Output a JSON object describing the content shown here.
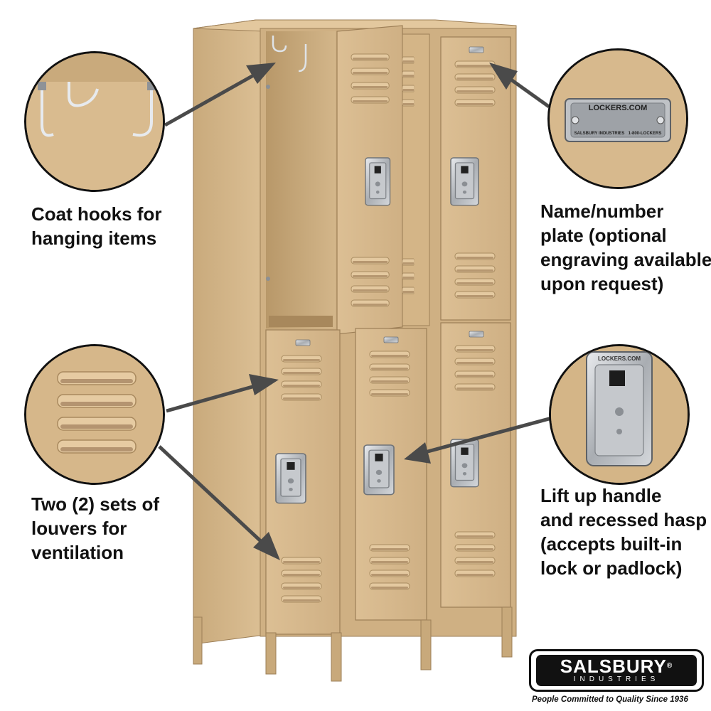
{
  "callouts": {
    "coat_hooks": {
      "lines": [
        "Coat hooks for",
        "hanging items"
      ]
    },
    "name_plate": {
      "lines": [
        "Name/number",
        "plate (optional",
        "engraving available",
        "upon request)"
      ]
    },
    "louvers": {
      "lines": [
        "Two (2) sets of",
        "louvers for",
        "ventilation"
      ]
    },
    "handle": {
      "lines": [
        "Lift up handle",
        "and recessed hasp",
        "(accepts built-in",
        "lock or padlock)"
      ]
    }
  },
  "plate": {
    "brand": "LOCKERS.COM",
    "maker": "SALSBURY INDUSTRIES",
    "phone": "1-800-LOCKERS"
  },
  "hasp_stamp": "LOCKERS.COM",
  "logo": {
    "name": "SALSBURY",
    "sub": "INDUSTRIES",
    "tagline": "People Committed to Quality Since 1936",
    "mark": "®"
  },
  "colors": {
    "tan": "#d6b88c",
    "tan_dark": "#b89a6e",
    "tan_light": "#e6cca3",
    "steel": "#b9bcc0",
    "ink": "#111111"
  }
}
